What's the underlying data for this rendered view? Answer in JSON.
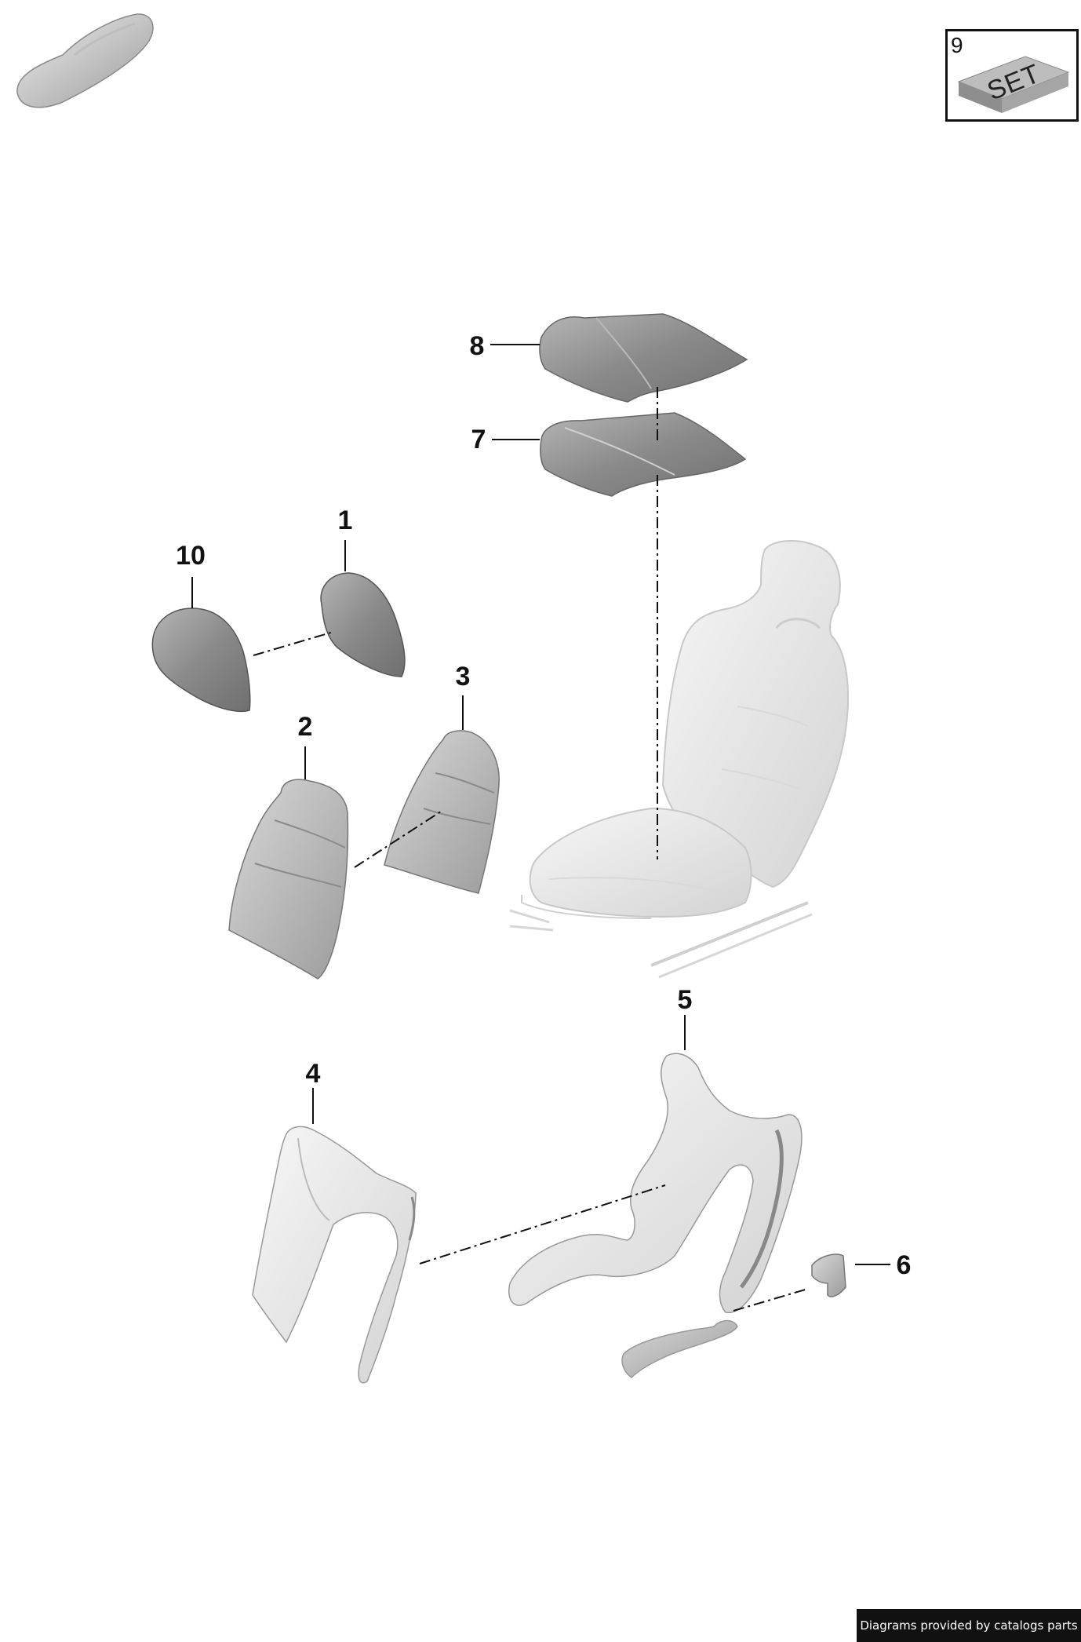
{
  "set_badge": {
    "number": "9",
    "label": "SET"
  },
  "callouts": [
    "1",
    "2",
    "3",
    "4",
    "5",
    "6",
    "7",
    "8",
    "10"
  ],
  "footer": {
    "text": "Diagrams provided by catalogs parts"
  },
  "colors": {
    "part_dark": "#8d8d8d",
    "part_mid": "#bdbdbd",
    "part_light": "#e9e9e9",
    "line": "#111111",
    "footer_bg": "#111111"
  }
}
